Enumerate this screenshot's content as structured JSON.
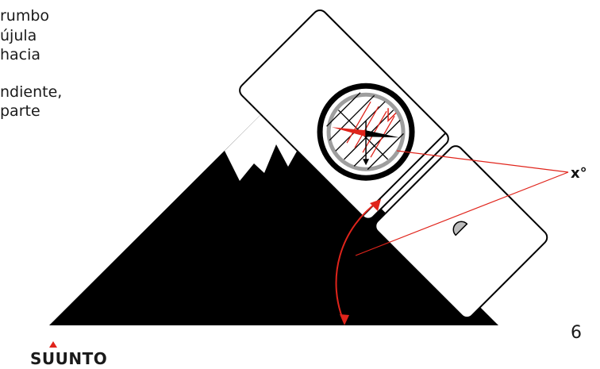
{
  "instructions": {
    "lines": [
      "rumbo",
      "újula",
      "hacia",
      "ndiente,",
      "parte"
    ]
  },
  "angle_label": "x°",
  "page_number": "6",
  "brand": {
    "name": "SUUNTO"
  },
  "colors": {
    "accent": "#e0241b",
    "mountain": "#000000",
    "snow": "#ffffff"
  }
}
